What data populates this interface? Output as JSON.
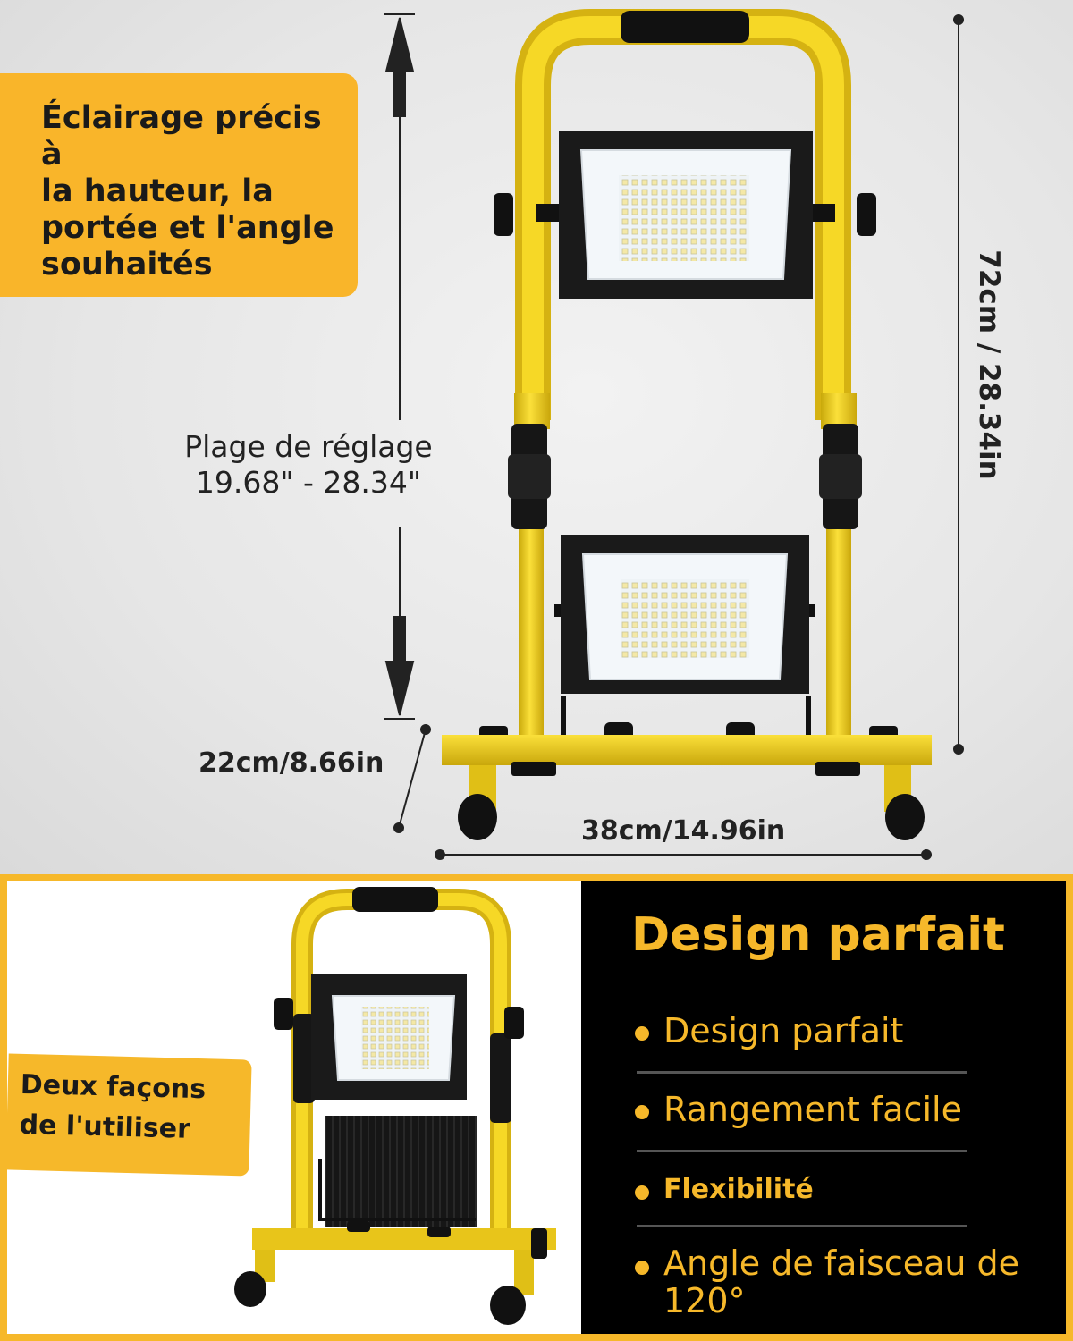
{
  "top": {
    "callout": "Éclairage précis à\nla hauteur, la\nportée et l'angle\nsouhaités",
    "adjust_line1": "Plage de réglage",
    "adjust_line2": "19.68\" - 28.34\"",
    "height_dim": "72cm / 28.34in",
    "depth_dim": "22cm/8.66in",
    "width_dim": "38cm/14.96in"
  },
  "bottom": {
    "callout": "Deux façons\nde l'utiliser",
    "title": "Design parfait",
    "features": [
      "Design parfait",
      "Rangement facile",
      "Flexibilité",
      "Angle de faisceau de 120°"
    ]
  },
  "colors": {
    "accent": "#f6b82a",
    "frame": "#f2cf1d",
    "dark": "#111111"
  }
}
